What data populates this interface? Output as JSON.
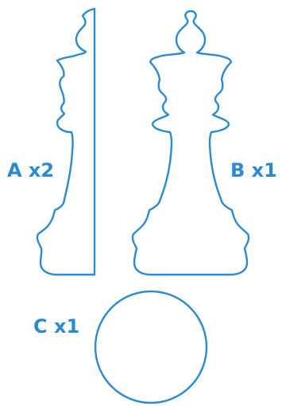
{
  "pieces": [
    {
      "id": "A",
      "label": "A x2",
      "shape": "half-bishop-silhouette"
    },
    {
      "id": "B",
      "label": "B x1",
      "shape": "bishop-silhouette"
    },
    {
      "id": "C",
      "label": "C x1",
      "shape": "circle-base"
    }
  ],
  "colors": {
    "outline": "#2b8ad0",
    "label": "#2b8ad0",
    "background": "#ffffff"
  }
}
